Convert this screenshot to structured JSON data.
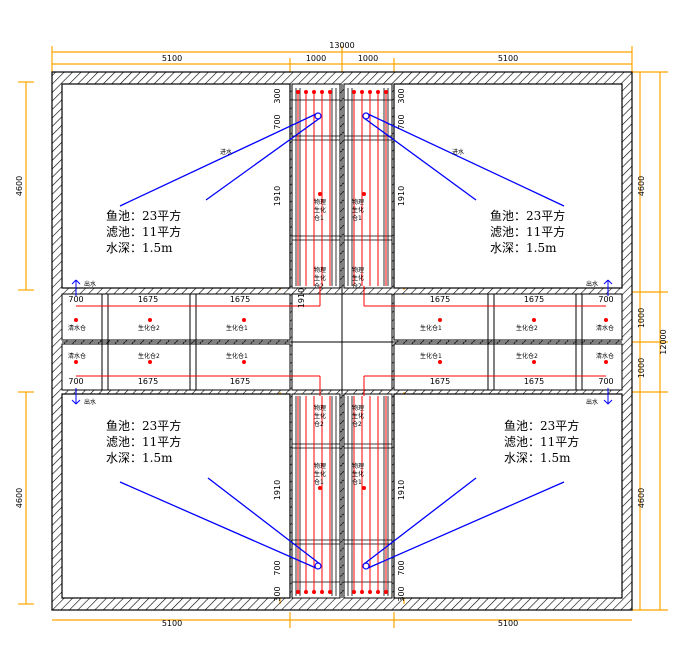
{
  "dims": {
    "total_width": "13000",
    "total_height": "12000",
    "pond_width": "5100",
    "center_width": "1000",
    "pond_height": "4600",
    "bay_1910": "1910",
    "bay_700": "700",
    "bay_300": "300",
    "row_1000": "1000",
    "cell_1675": "1675",
    "cell_700": "700"
  },
  "pond_info": {
    "fish": "鱼池：23平方",
    "filter": "滤池：11平方",
    "depth": "水深：1.5m"
  },
  "labels": {
    "inlet": "进水",
    "outlet": "出水",
    "clear_tank": "清水仓",
    "bio2": "生化仓2",
    "bio1": "生化仓1",
    "phys_line1": "物理",
    "phys_line2": "生化",
    "phys_line3_1": "仓1",
    "phys_line3_2": "仓2"
  },
  "colors": {
    "wall": "#000000",
    "hatch": "#000000",
    "red_pipe": "#ff0000",
    "blue_pipe": "#0000ff",
    "dim_line": "#ffa500"
  }
}
